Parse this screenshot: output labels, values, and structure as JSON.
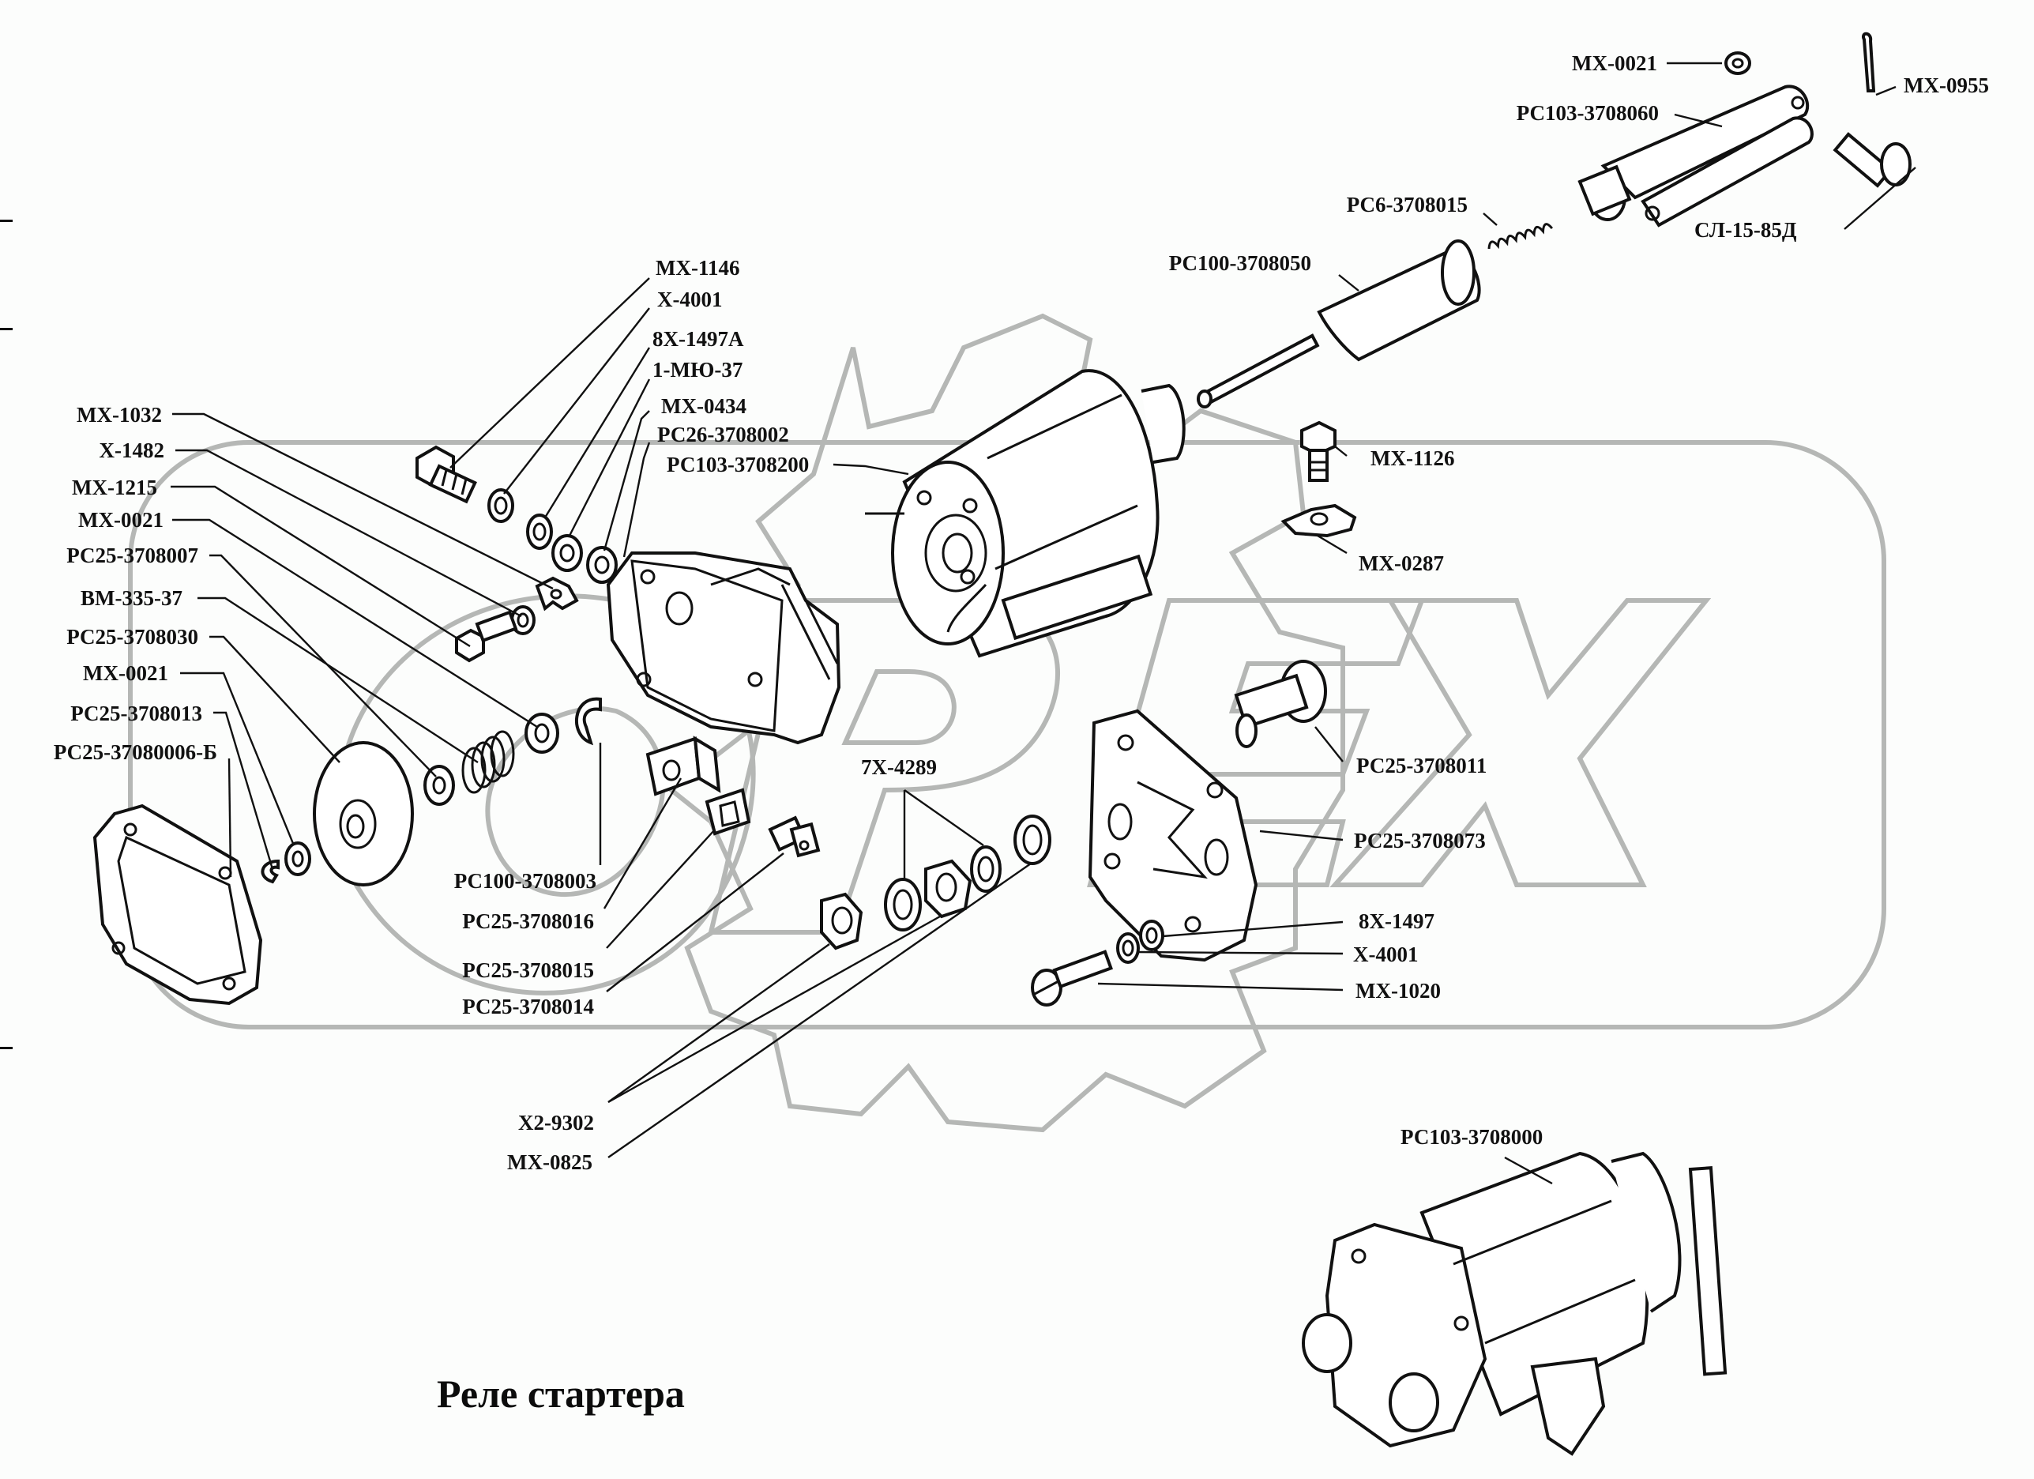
{
  "title": "Реле стартера",
  "assembly": {
    "part_number": "РС103-3708000"
  },
  "labels": {
    "mx1146": "МХ-1146",
    "x4001_top": "Х-4001",
    "x8_1497a": "8Х-1497А",
    "m1_miu37": "1-МЮ-37",
    "mx0434": "МХ-0434",
    "rc26_3708002": "РС26-3708002",
    "rc103_3708200": "РС103-3708200",
    "mx1032": "МХ-1032",
    "x1482": "Х-1482",
    "mx1215": "МХ-1215",
    "mx0021_left1": "МХ-0021",
    "rc25_3708007": "РС25-3708007",
    "bm335_37": "ВМ-335-37",
    "rc25_3708030": "РС25-3708030",
    "mx0021_left2": "МХ-0021",
    "rc25_3708013": "РС25-3708013",
    "rc25_37080006b": "РС25-37080006-Б",
    "rc100_3708003": "РС100-3708003",
    "rc25_3708016": "РС25-3708016",
    "rc25_3708015": "РС25-3708015",
    "rc25_3708014": "РС25-3708014",
    "x2_9302": "Х2-9302",
    "mx0825": "МХ-0825",
    "x7_4289": "7Х-4289",
    "mx0021_top": "МХ-0021",
    "mx0955": "МХ-0955",
    "rc103_3708060": "РС103-3708060",
    "rc6_3708015": "РС6-3708015",
    "sl15_85d": "СЛ-15-85Д",
    "rc100_3708050": "РС100-3708050",
    "mx1126": "МХ-1126",
    "mx0287": "МХ-0287",
    "rc25_3708011": "РС25-3708011",
    "rc25_3708073": "РС25-3708073",
    "x8_1497": "8Х-1497",
    "x4001_right": "Х-4001",
    "mx1020": "МХ-1020",
    "rc103_3708000": "РС103-3708000"
  },
  "watermark": {
    "text": "ОРЕХ",
    "color": "#b5b7b5"
  },
  "colors": {
    "ink": "#111111",
    "background": "#fcfdfc"
  }
}
